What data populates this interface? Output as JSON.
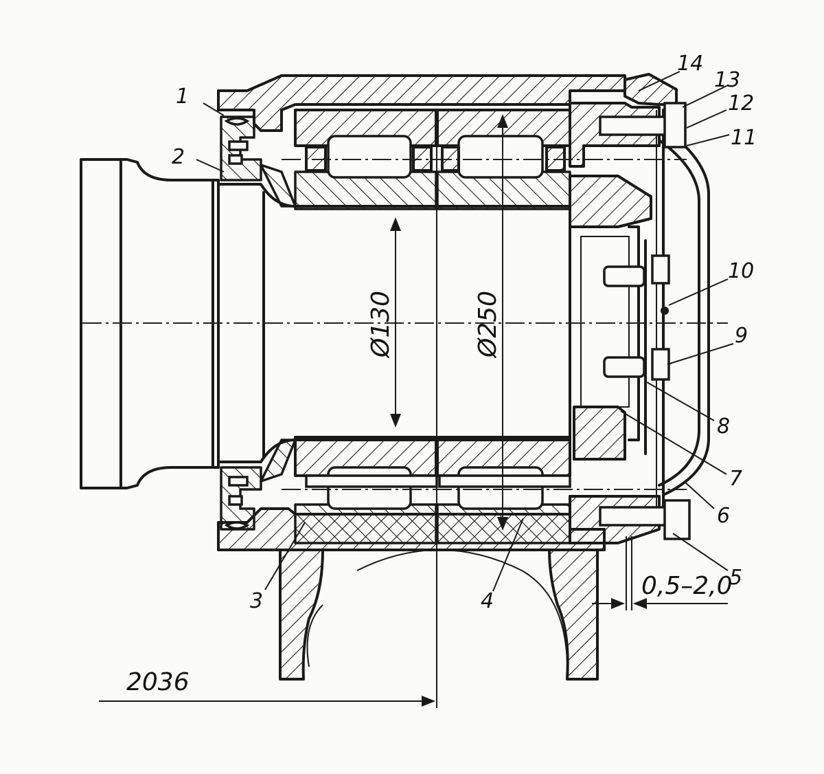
{
  "diagram": {
    "part_numbers": [
      "1",
      "2",
      "3",
      "4",
      "5",
      "6",
      "7",
      "8",
      "9",
      "10",
      "11",
      "12",
      "13",
      "14"
    ],
    "dimensions": {
      "inner_diameter": "Ø130",
      "outer_diameter": "Ø250",
      "clearance": "0,5–2,0",
      "offset": "2036"
    },
    "colors": {
      "ink": "#1a1a1a",
      "paper": "#fbfbf9"
    }
  }
}
